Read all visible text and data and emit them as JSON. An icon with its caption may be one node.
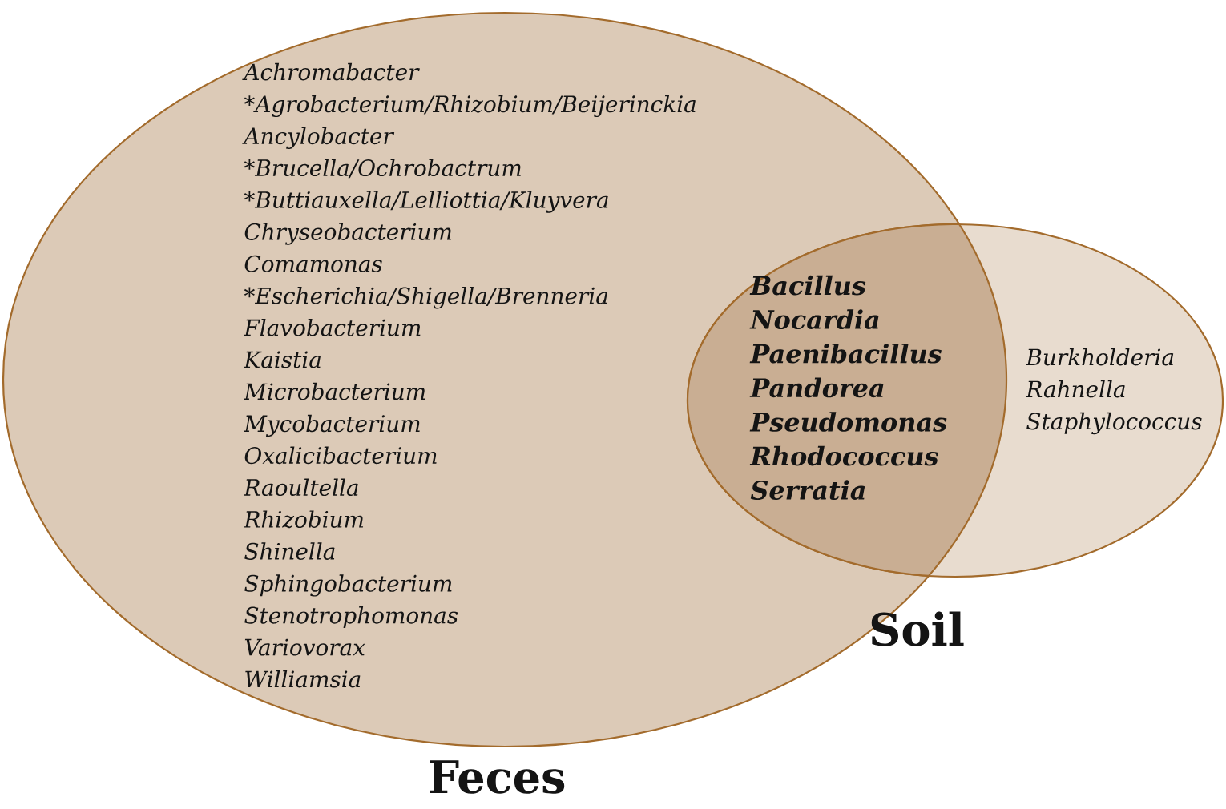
{
  "diagram": {
    "nodes": [
      {
        "text": [
          "Feces",
          "Achromabacter",
          "*Agrobacterium/Rhizobium/Beijerinckia",
          "Ancylobacter",
          "*Brucella/Ochrobactrum",
          "*Buttiauxella/Lelliottia/Kluyvera",
          "Chryseobacterium",
          "Comamonas",
          "*Escherichia/Shigella/Brenneria",
          "Flavobacterium",
          "Kaistia",
          "Microbacterium",
          "Mycobacterium",
          "Oxalicibacterium",
          "Raoultella",
          "Rhizobium",
          "Shinella",
          "Sphingobacterium",
          "Stenotrophomonas",
          "Variovorax",
          "Williamsia"
        ]
      },
      {
        "text": [
          "Soil",
          "Burkholderia",
          "Rahnella",
          "Staphylococcus"
        ]
      },
      {
        "text": [
          "Bacillus",
          "Nocardia",
          "Paenibacillus",
          "Pandorea",
          "Pseudomonas",
          "Rhodococcus",
          "Serratia"
        ]
      }
    ]
  }
}
